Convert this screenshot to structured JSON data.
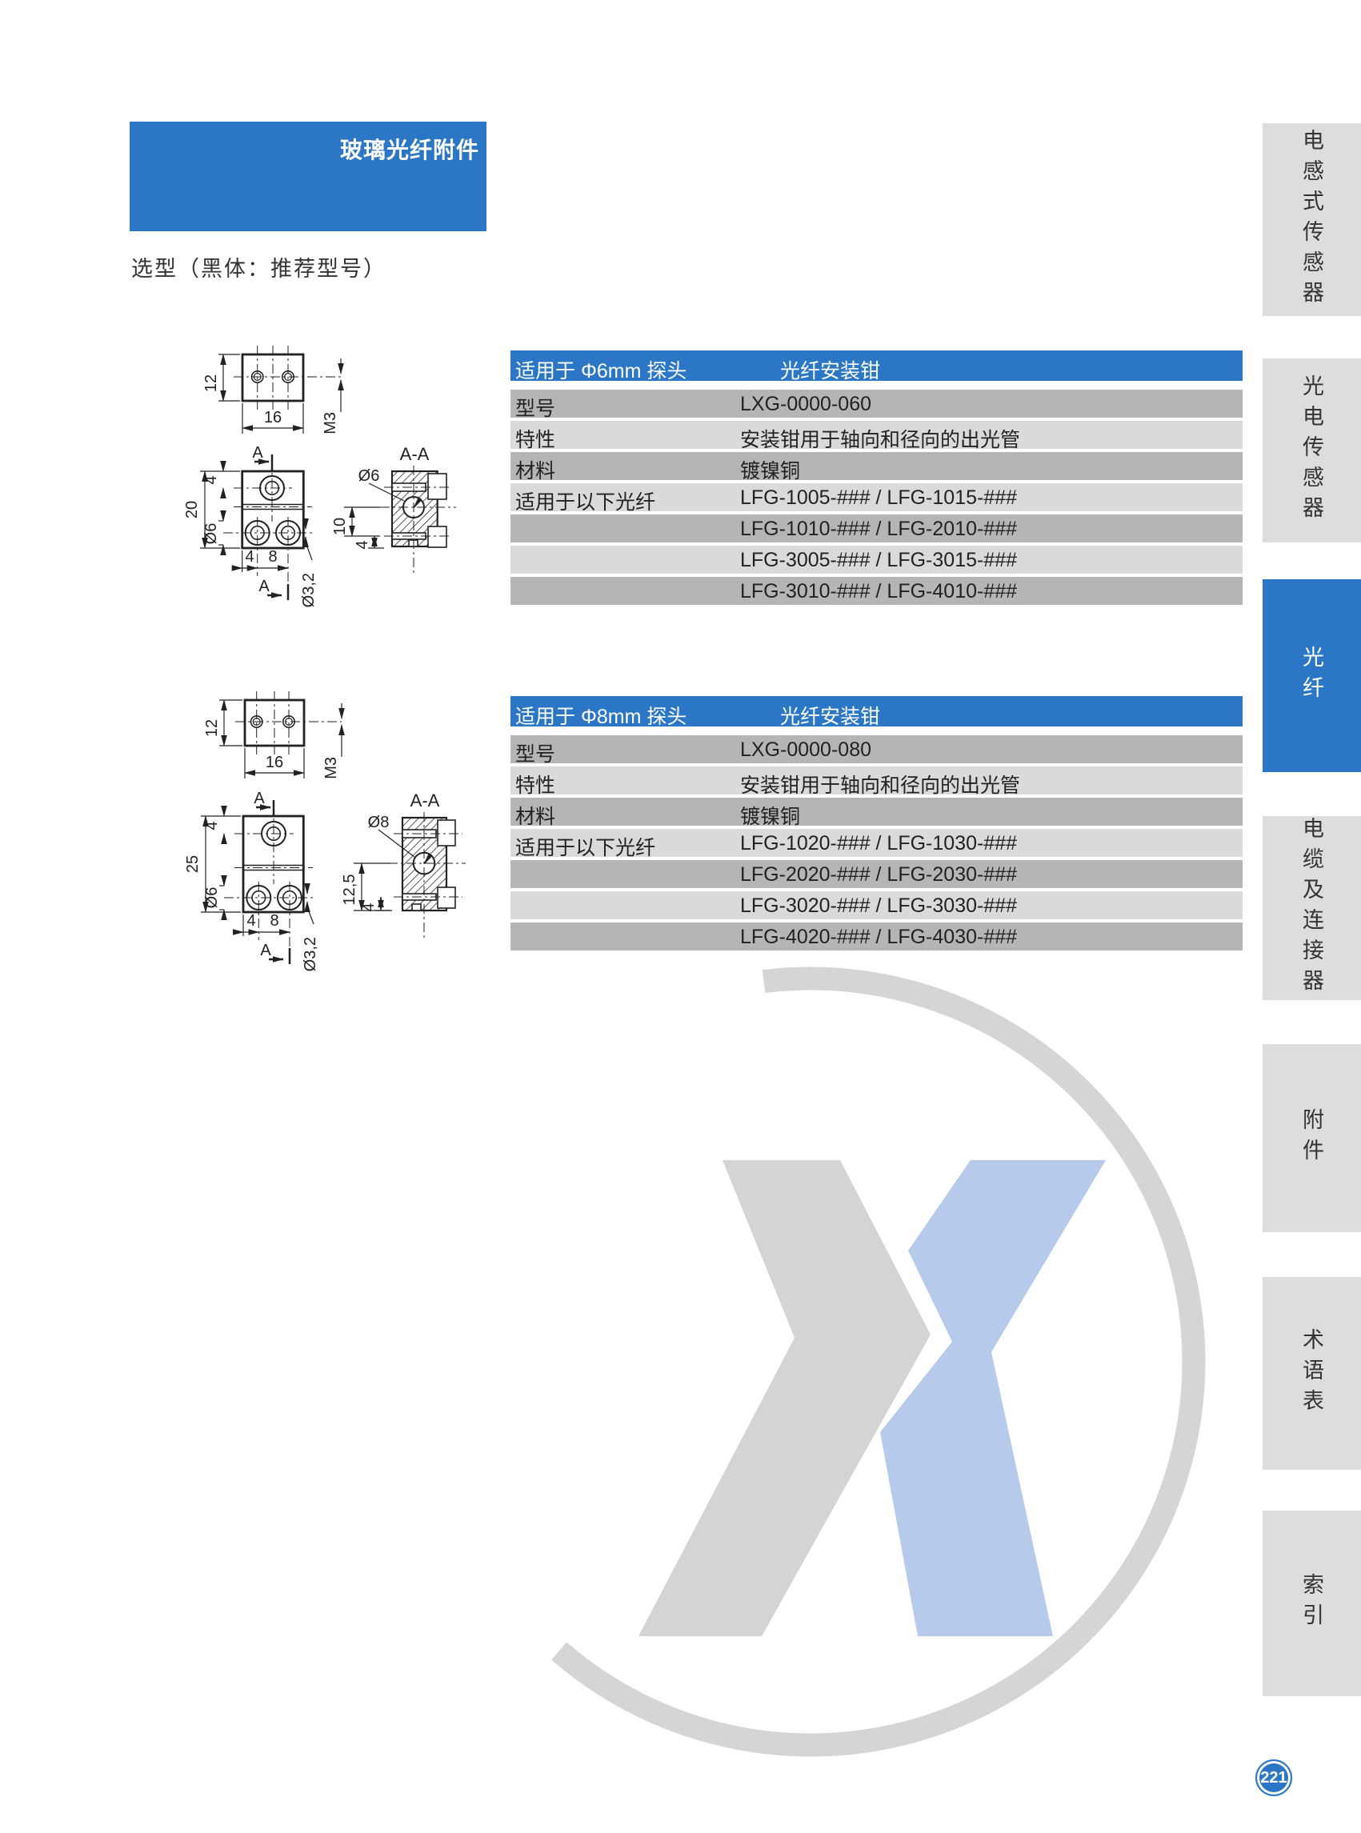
{
  "page": {
    "title": "玻璃光纤附件",
    "subtitle": "选型（黑体：推荐型号）",
    "page_number": "221"
  },
  "accent_color": "#2b77c5",
  "tables": [
    {
      "header_left": "适用于 Φ6mm 探头",
      "header_right": "光纤安装钳",
      "rows": [
        {
          "label": "型号",
          "value": "LXG-0000-060"
        },
        {
          "label": "特性",
          "value": "安装钳用于轴向和径向的出光管"
        },
        {
          "label": "材料",
          "value": "镀镍铜"
        },
        {
          "label": "适用于以下光纤",
          "value": "LFG-1005-### / LFG-1015-###"
        },
        {
          "label": "",
          "value": "LFG-1010-### / LFG-2010-###"
        },
        {
          "label": "",
          "value": "LFG-3005-### / LFG-3015-###"
        },
        {
          "label": "",
          "value": "LFG-3010-### / LFG-4010-###"
        }
      ]
    },
    {
      "header_left": "适用于 Φ8mm 探头",
      "header_right": "光纤安装钳",
      "rows": [
        {
          "label": "型号",
          "value": "LXG-0000-080"
        },
        {
          "label": "特性",
          "value": "安装钳用于轴向和径向的出光管"
        },
        {
          "label": "材料",
          "value": "镀镍铜"
        },
        {
          "label": "适用于以下光纤",
          "value": "LFG-1020-### / LFG-1030-###"
        },
        {
          "label": "",
          "value": "LFG-2020-### / LFG-2030-###"
        },
        {
          "label": "",
          "value": "LFG-3020-### / LFG-3030-###"
        },
        {
          "label": "",
          "value": "LFG-4020-### / LFG-4030-###"
        }
      ]
    }
  ],
  "sidebar": {
    "items": [
      {
        "label": "电感式传感器",
        "active": false
      },
      {
        "label": "光电传感器",
        "active": false
      },
      {
        "label": "光纤",
        "active": true
      },
      {
        "label": "电缆及连接器",
        "active": false
      },
      {
        "label": "附件",
        "active": false
      },
      {
        "label": "术语表",
        "active": false
      },
      {
        "label": "索引",
        "active": false
      }
    ]
  },
  "drawings": [
    {
      "height": "12",
      "width": "16",
      "thread": "M3",
      "front_total": "20",
      "front_top": "4",
      "front_hole": "Ø6",
      "bottom_a": "4",
      "bottom_b": "8",
      "small_hole": "Ø3,2",
      "cut_label": "A",
      "section_title": "A-A",
      "section_hole": "Ø6",
      "section_depth": "10",
      "section_offset": "4"
    },
    {
      "height": "12",
      "width": "16",
      "thread": "M3",
      "front_total": "25",
      "front_top": "4",
      "front_hole": "Ø6",
      "bottom_a": "4",
      "bottom_b": "8",
      "small_hole": "Ø3,2",
      "cut_label": "A",
      "section_title": "A-A",
      "section_hole": "Ø8",
      "section_depth": "12,5",
      "section_offset": "4"
    }
  ]
}
